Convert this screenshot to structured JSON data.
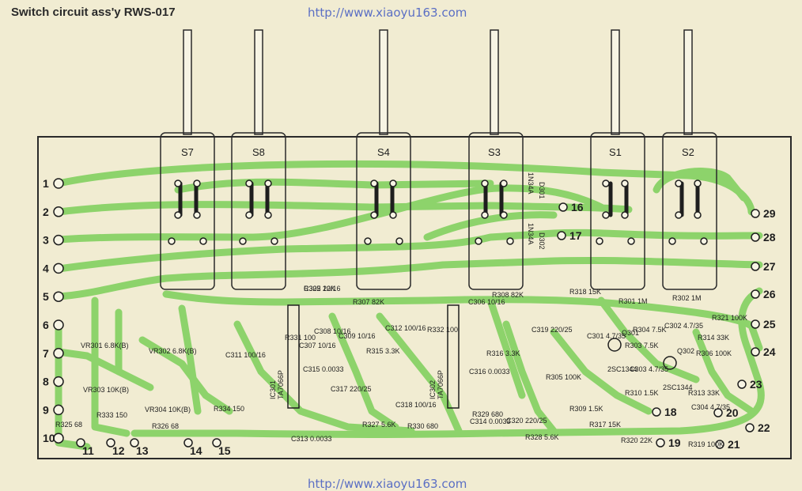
{
  "header": {
    "title": "Switch circuit ass'y    RWS-017",
    "url_top": "http://www.xiaoyu163.com",
    "url_bottom": "http://www.xiaoyu163.com"
  },
  "colors": {
    "paper": "#f1ecd2",
    "trace": "#8dd36b",
    "board_outline": "#2a2a2a",
    "text": "#1e1e1e",
    "watermark": "#5b6fc4"
  },
  "switches": [
    "S7",
    "S8",
    "S4",
    "S3",
    "S1",
    "S2"
  ],
  "terminals": {
    "left": [
      "1",
      "2",
      "3",
      "4",
      "5",
      "6",
      "7",
      "8",
      "9",
      "10"
    ],
    "bottom": [
      "11",
      "12",
      "13",
      "14",
      "15"
    ],
    "right": [
      "29",
      "28",
      "27",
      "26",
      "25",
      "24",
      "23",
      "22",
      "21",
      "20",
      "19",
      "18",
      "17",
      "16"
    ]
  },
  "diodes": [
    {
      "ref": "D301",
      "type": "1N34A"
    },
    {
      "ref": "D302",
      "type": "1N34A"
    }
  ],
  "ics": [
    {
      "ref": "IC301",
      "type": "TA7066P"
    },
    {
      "ref": "IC302",
      "type": "TA7066P"
    }
  ],
  "transistors": [
    {
      "ref": "Q301",
      "type": "2SC1344"
    },
    {
      "ref": "Q302",
      "type": "2SC1344"
    }
  ],
  "variable_resistors": [
    {
      "ref": "VR301",
      "value": "6.8K(B)"
    },
    {
      "ref": "VR302",
      "value": "6.8K(B)"
    },
    {
      "ref": "VR303",
      "value": "10K(B)"
    },
    {
      "ref": "VR304",
      "value": "10K(B)"
    }
  ],
  "components": [
    {
      "ref": "C305",
      "value": "10/16"
    },
    {
      "ref": "C306",
      "value": "10/16"
    },
    {
      "ref": "C307",
      "value": "10/16"
    },
    {
      "ref": "C308",
      "value": "10/16"
    },
    {
      "ref": "C309",
      "value": "10/16"
    },
    {
      "ref": "C311",
      "value": "100/16"
    },
    {
      "ref": "C312",
      "value": "100/16"
    },
    {
      "ref": "C313",
      "value": "0.0033"
    },
    {
      "ref": "C314",
      "value": "0.0033"
    },
    {
      "ref": "C315",
      "value": "0.0033"
    },
    {
      "ref": "C316",
      "value": "0.0033"
    },
    {
      "ref": "C317",
      "value": "220/25"
    },
    {
      "ref": "C318",
      "value": "100/16"
    },
    {
      "ref": "C319",
      "value": "220/25"
    },
    {
      "ref": "C320",
      "value": "220/25"
    },
    {
      "ref": "C301",
      "value": "4.7/35"
    },
    {
      "ref": "C302",
      "value": "4.7/35"
    },
    {
      "ref": "C303",
      "value": "4.7/35"
    },
    {
      "ref": "C304",
      "value": "4.7/35"
    },
    {
      "ref": "R307",
      "value": "82K"
    },
    {
      "ref": "R308",
      "value": "82K"
    },
    {
      "ref": "R315",
      "value": "3.3K"
    },
    {
      "ref": "R316",
      "value": "3.3K"
    },
    {
      "ref": "R331",
      "value": "100"
    },
    {
      "ref": "R332",
      "value": "100"
    },
    {
      "ref": "R329",
      "value": "680"
    },
    {
      "ref": "R330",
      "value": "680"
    },
    {
      "ref": "R327",
      "value": "5.6K"
    },
    {
      "ref": "R328",
      "value": "5.6K"
    },
    {
      "ref": "R325",
      "value": "68"
    },
    {
      "ref": "R326",
      "value": "68"
    },
    {
      "ref": "R333",
      "value": "150"
    },
    {
      "ref": "R334",
      "value": "150"
    },
    {
      "ref": "R305",
      "value": "100K"
    },
    {
      "ref": "R306",
      "value": "100K"
    },
    {
      "ref": "R301",
      "value": "1M"
    },
    {
      "ref": "R302",
      "value": "1M"
    },
    {
      "ref": "R318",
      "value": "15K"
    },
    {
      "ref": "R317",
      "value": "15K"
    },
    {
      "ref": "R303",
      "value": "7.5K"
    },
    {
      "ref": "R304",
      "value": "7.5K"
    },
    {
      "ref": "R309",
      "value": "1.5K"
    },
    {
      "ref": "R310",
      "value": "1.5K"
    },
    {
      "ref": "R313",
      "value": "33K"
    },
    {
      "ref": "R314",
      "value": "33K"
    },
    {
      "ref": "R320",
      "value": "22K"
    },
    {
      "ref": "R319",
      "value": "100K"
    },
    {
      "ref": "R321",
      "value": "100K"
    },
    {
      "ref": "R322",
      "value": "22K"
    }
  ]
}
